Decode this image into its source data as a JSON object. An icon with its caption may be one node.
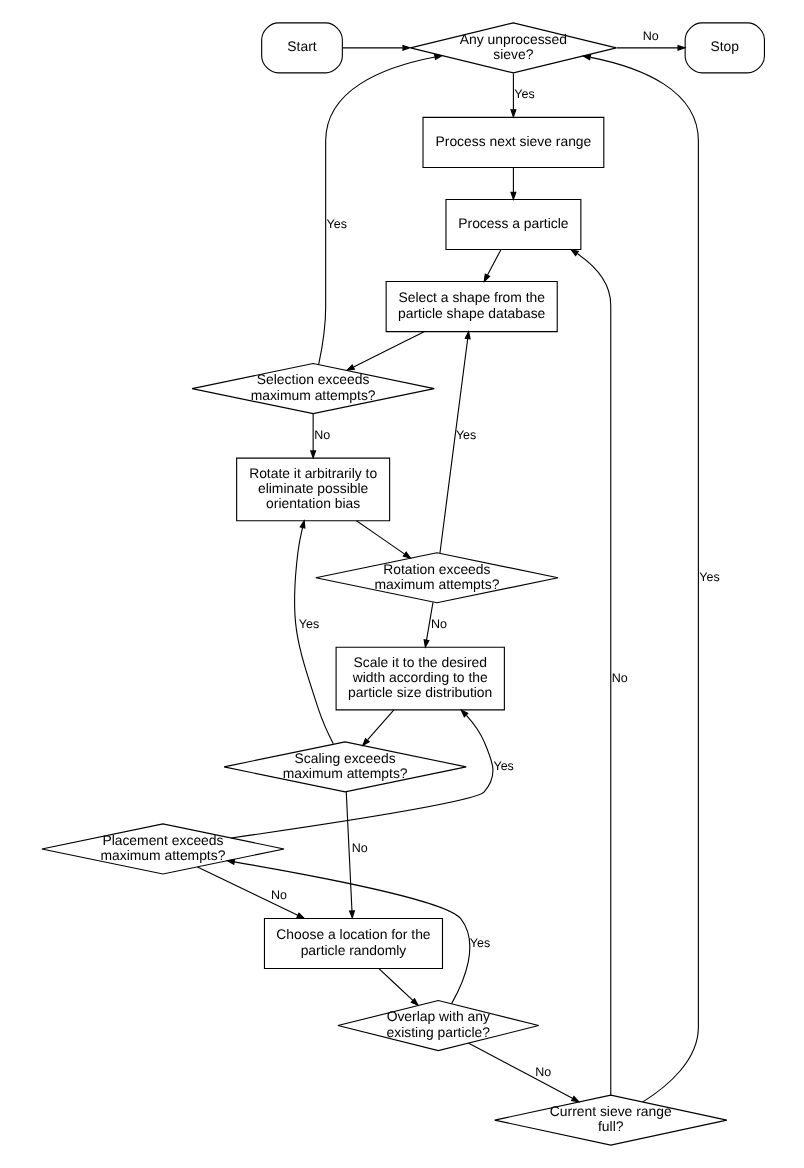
{
  "diagram": {
    "nodes": [
      {
        "text": [
          "Start"
        ]
      },
      {
        "text": [
          "Any unprocessed sieve?"
        ]
      },
      {
        "text": [
          "Stop"
        ]
      },
      {
        "text": [
          "Process next sieve range"
        ]
      },
      {
        "text": [
          "Process a particle"
        ]
      },
      {
        "text": [
          "Select a shape from the particle shape database"
        ]
      },
      {
        "text": [
          "Selection exceeds maximum attempts?"
        ]
      },
      {
        "text": [
          "Rotate it arbitrarily to eliminate possible orientation bias"
        ]
      },
      {
        "text": [
          "Rotation exceeds maximum attempts?"
        ]
      },
      {
        "text": [
          "Scale it to the desired width according to the particle size distribution"
        ]
      },
      {
        "text": [
          "Scaling exceeds maximum attempts?"
        ]
      },
      {
        "text": [
          "Placement exceeds maximum attempts?"
        ]
      },
      {
        "text": [
          "Choose a location for the particle randomly"
        ]
      },
      {
        "text": [
          "Overlap with any existing particle?"
        ]
      },
      {
        "text": [
          "Current sieve range full?"
        ]
      }
    ],
    "edges": [
      {
        "from": 0,
        "to": 1,
        "arrow": "to"
      },
      {
        "from": 1,
        "to": 2,
        "arrow": "to",
        "label": "No"
      },
      {
        "from": 1,
        "to": 3,
        "arrow": "to",
        "label": "Yes"
      },
      {
        "from": 3,
        "to": 4,
        "arrow": "to"
      },
      {
        "from": 4,
        "to": 5,
        "arrow": "to"
      },
      {
        "from": 5,
        "to": 6,
        "arrow": "to"
      },
      {
        "from": 6,
        "to": 1,
        "arrow": "to",
        "label": "Yes"
      },
      {
        "from": 6,
        "to": 7,
        "arrow": "to",
        "label": "No"
      },
      {
        "from": 7,
        "to": 8,
        "arrow": "to"
      },
      {
        "from": 8,
        "to": 5,
        "arrow": "to",
        "label": "Yes"
      },
      {
        "from": 8,
        "to": 9,
        "arrow": "to",
        "label": "No"
      },
      {
        "from": 9,
        "to": 10,
        "arrow": "to"
      },
      {
        "from": 10,
        "to": 7,
        "arrow": "to",
        "label": "Yes"
      },
      {
        "from": 10,
        "to": 12,
        "arrow": "to",
        "label": "No"
      },
      {
        "from": 11,
        "to": 12,
        "arrow": "to",
        "label": "No"
      },
      {
        "from": 11,
        "to": 9,
        "arrow": "to",
        "label": "Yes"
      },
      {
        "from": 12,
        "to": 13,
        "arrow": "to"
      },
      {
        "from": 13,
        "to": 11,
        "arrow": "to",
        "label": "Yes"
      },
      {
        "from": 13,
        "to": 14,
        "arrow": "to",
        "label": "No"
      },
      {
        "from": 14,
        "to": 1,
        "arrow": "to",
        "label": "Yes"
      },
      {
        "from": 14,
        "to": 4,
        "arrow": "to",
        "label": "No"
      }
    ]
  }
}
